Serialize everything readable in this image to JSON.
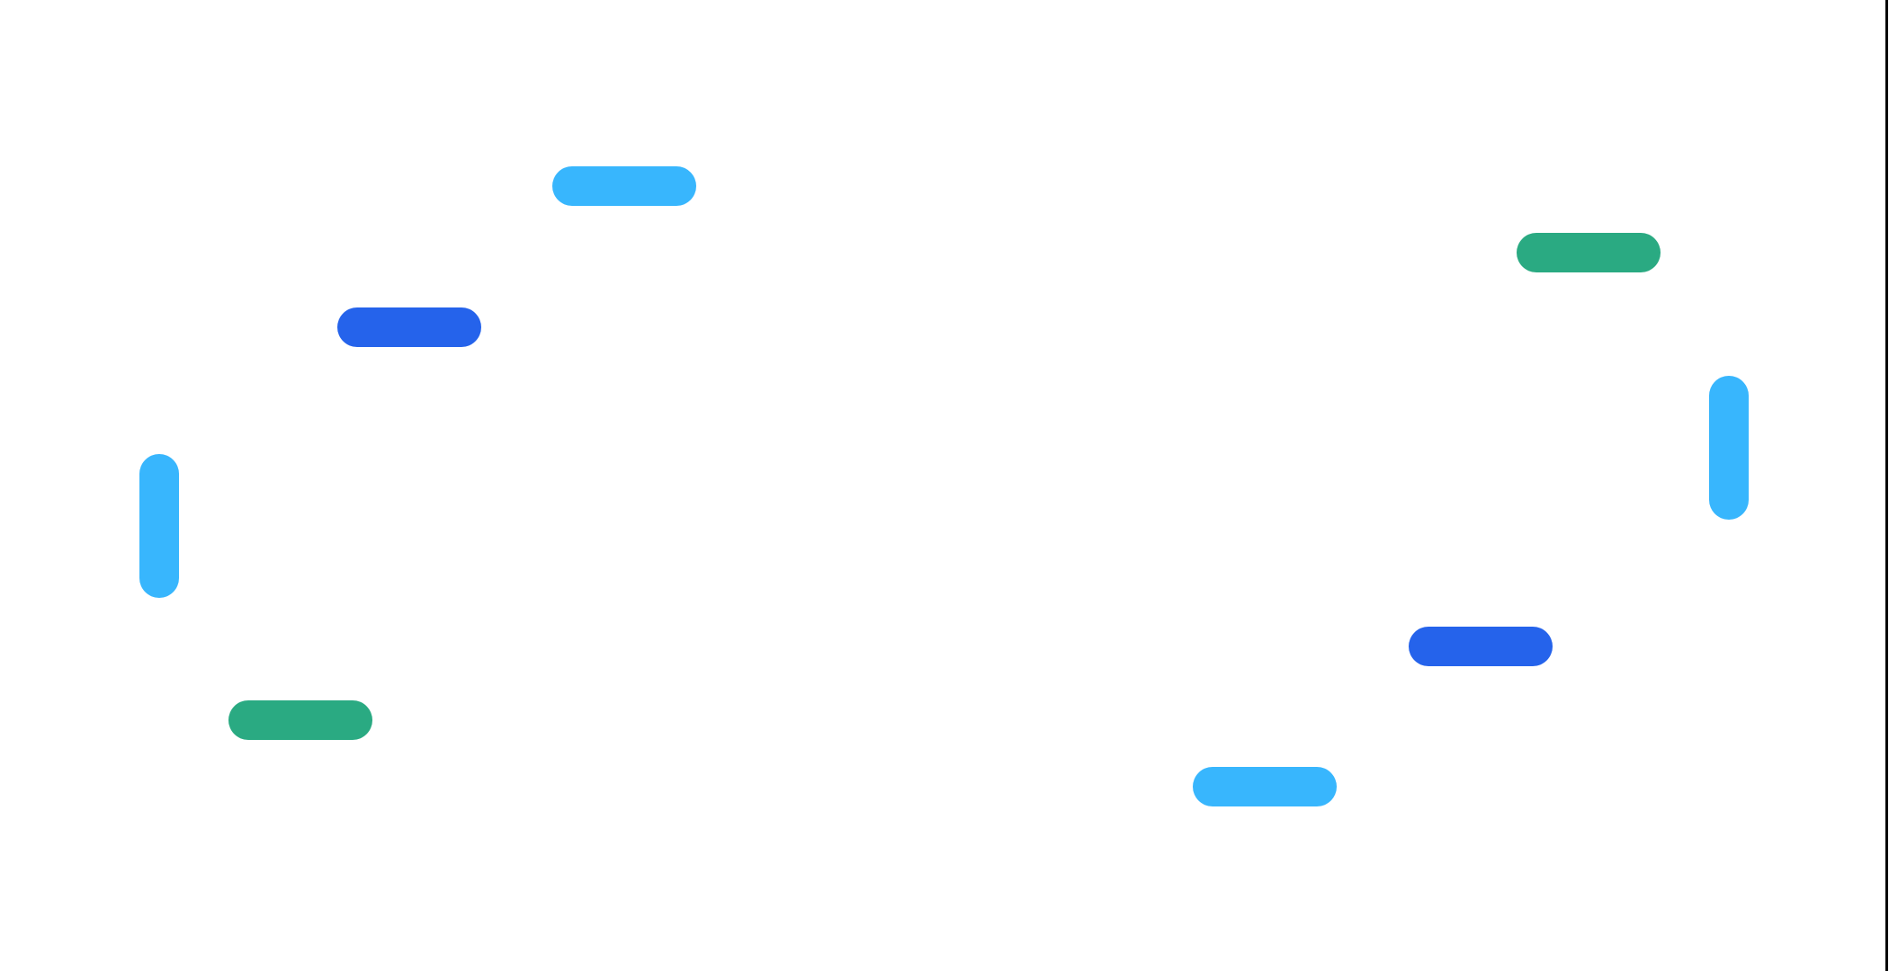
{
  "colors": {
    "background": "#ffffff",
    "light_blue": "#38b6fd",
    "blue": "#2563eb",
    "green": "#2aaa82",
    "edge_line": "#000000"
  },
  "shapes": [
    {
      "name": "light-blue-pill-1",
      "orientation": "horizontal",
      "color": "light_blue"
    },
    {
      "name": "blue-pill-1",
      "orientation": "horizontal",
      "color": "blue"
    },
    {
      "name": "light-blue-pill-2",
      "orientation": "vertical",
      "color": "light_blue"
    },
    {
      "name": "green-pill-1",
      "orientation": "horizontal",
      "color": "green"
    },
    {
      "name": "green-pill-2",
      "orientation": "horizontal",
      "color": "green"
    },
    {
      "name": "light-blue-pill-3",
      "orientation": "vertical",
      "color": "light_blue"
    },
    {
      "name": "blue-pill-2",
      "orientation": "horizontal",
      "color": "blue"
    },
    {
      "name": "light-blue-pill-4",
      "orientation": "horizontal",
      "color": "light_blue"
    }
  ]
}
